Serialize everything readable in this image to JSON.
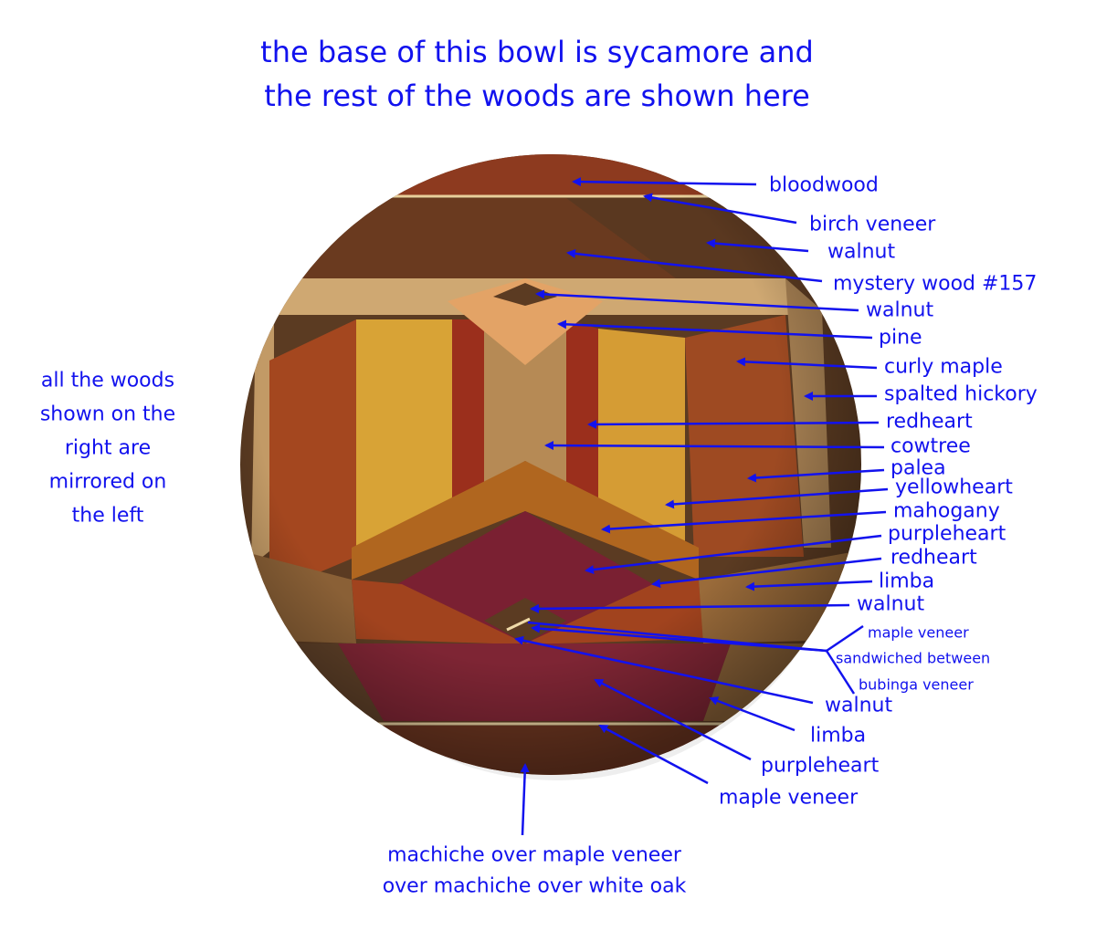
{
  "title": {
    "line1": "the base of this bowl is sycamore and",
    "line2": "the rest of the woods are shown here"
  },
  "left_note": [
    "all the woods",
    "shown on the",
    "right are",
    "mirrored on",
    "the left"
  ],
  "labels": [
    "bloodwood",
    "birch veneer",
    "walnut",
    "mystery wood #157",
    "walnut",
    "pine",
    "curly maple",
    "spalted hickory",
    "redheart",
    "cowtree",
    "palea",
    "yellowheart",
    "mahogany",
    "purpleheart",
    "redheart",
    "limba",
    "walnut"
  ],
  "sandwich": [
    "maple veneer",
    "sandwiched between",
    "bubinga veneer"
  ],
  "lower_labels": [
    "walnut",
    "limba",
    "purpleheart",
    "maple veneer"
  ],
  "bottom_note": [
    "machiche over maple veneer",
    "over machiche over white oak"
  ],
  "colors": {
    "annotation": "#1212ee"
  }
}
